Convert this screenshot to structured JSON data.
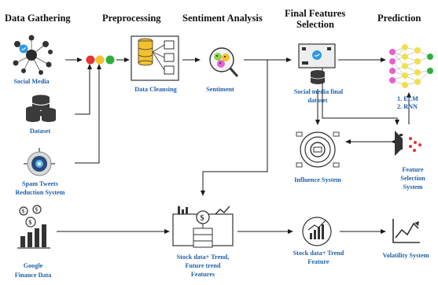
{
  "headers": {
    "gathering": "Data Gathering",
    "preprocessing": "Preprocessing",
    "sentiment": "Sentiment Analysis",
    "final_line1": "Final Features",
    "final_line2": "Selection",
    "prediction": "Prediction"
  },
  "labels": {
    "social_media": "Social Media",
    "dataset": "Dataset",
    "spam_line1": "Spam Tweets",
    "spam_line2": "Reduction System",
    "google_line1": "Google",
    "google_line2": "Finance Data",
    "cleansing": "Data Cleansing",
    "sentiment": "Sentiment",
    "social_final_line1": "Social media final",
    "social_final_line2": "dataset",
    "influence": "Influence System",
    "elm": "1. ELM",
    "rnn": "2. RNN",
    "fs_line1": "Feature",
    "fs_line2": "Selection",
    "fs_line3": "System",
    "stock_line1": "Stock data+ Trend,",
    "stock_line2": "Future trend",
    "stock_line3": "Features",
    "trend_line1": "Stock data+ Trend",
    "trend_line2": "Feature",
    "volatility": "Volatility System"
  },
  "colors": {
    "label_blue": "#1f5fa8",
    "accent_yellow": "#f2c12e",
    "accent_red": "#e63333",
    "accent_green": "#2fae3a",
    "accent_pink": "#e85fd0"
  }
}
